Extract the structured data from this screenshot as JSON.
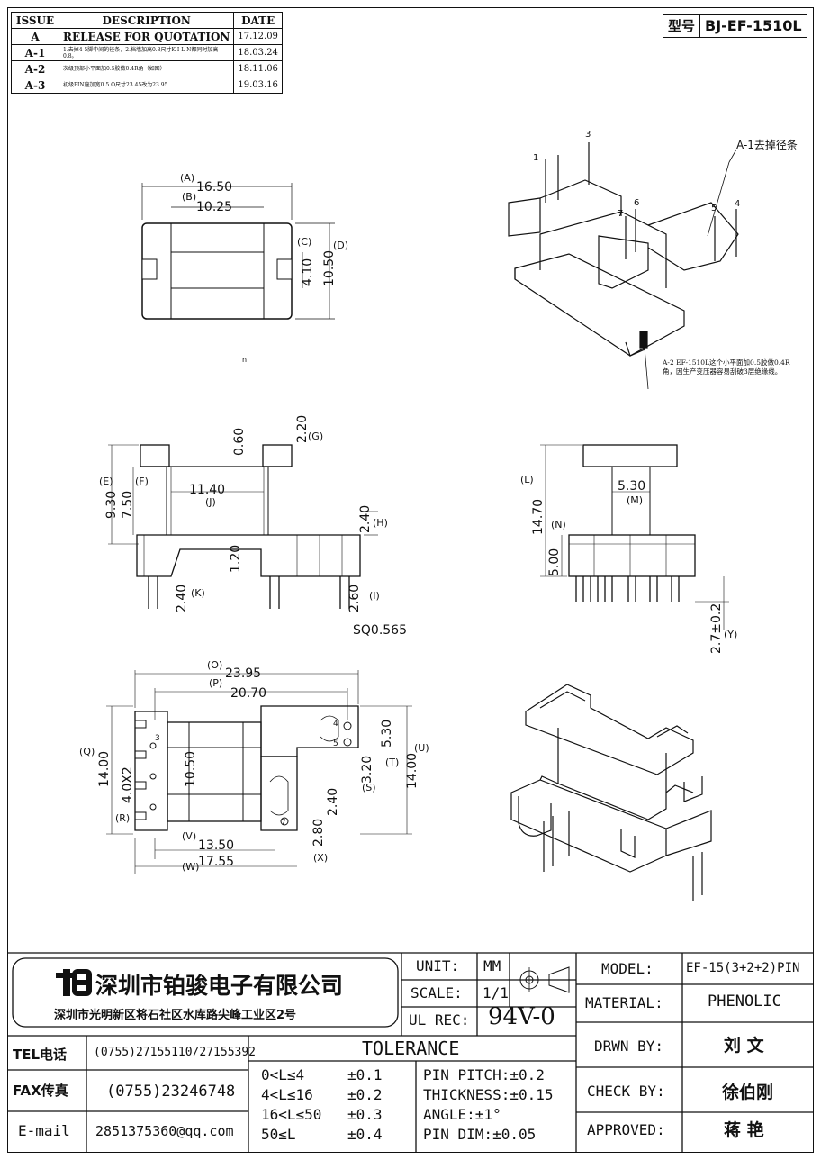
{
  "revision_table": {
    "headers": [
      "ISSUE",
      "DESCRIPTION",
      "DATE"
    ],
    "rows": [
      {
        "issue": "A",
        "description": "RELEASE FOR QUOTATION",
        "date": "17.12.09"
      },
      {
        "issue": "A-1",
        "description": "1.去掉4 5脚中间的径条，2.档墙加高0.8尺寸K I L N都同时加高0.8。",
        "date": "18.03.24"
      },
      {
        "issue": "A-2",
        "description": "次级顶部小平面加0.5胶做0.4R角（如图）",
        "date": "18.11.06"
      },
      {
        "issue": "A-3",
        "description": "初级PIN座加宽0.5 O尺寸23.45改为23.95",
        "date": "19.03.16"
      }
    ]
  },
  "model_label": {
    "prefix": "型号",
    "code": "BJ-EF-1510L"
  },
  "notes": {
    "a1": "A-1去掉径条",
    "a2": "A-2 EF-1510L这个小平面加0.5胶做0.4R角，因生产变压器容易刮破3层绝缘线。",
    "stray_mark": "n"
  },
  "pin_numbers": {
    "p1": "1",
    "p3": "3",
    "p4": "4",
    "p5": "5",
    "p6": "6",
    "p7": "7"
  },
  "bottom_pins": {
    "p3": "3",
    "p4": "4",
    "p5": "5",
    "p7": "7"
  },
  "top_view": {
    "A_label": "(A)",
    "A_value": "16.50",
    "B_label": "(B)",
    "B_value": "10.25",
    "C_label": "(C)",
    "C_value": "4.10",
    "D_label": "(D)",
    "D_value": "10.50"
  },
  "front_view": {
    "E_label": "(E)",
    "E_value": "9.30",
    "F_label": "(F)",
    "F_value": "7.50",
    "G_label": "(G)",
    "G_value": "2.20",
    "top_gap": "0.60",
    "J_label": "(J)",
    "J_value": "11.40",
    "H_label": "(H)",
    "H_value": "2.40",
    "base_gap": "1.20",
    "K_label": "(K)",
    "K_value": "2.40",
    "I_label": "(I)",
    "I_value": "2.60",
    "pin_sq": "SQ0.565"
  },
  "side_view": {
    "L_label": "(L)",
    "L_value": "14.70",
    "M_label": "(M)",
    "M_value": "5.30",
    "N_label": "(N)",
    "N_value": "5.00",
    "Y_label": "(Y)",
    "Y_value": "2.7±0.2"
  },
  "bottom_view": {
    "O_label": "(O)",
    "O_value": "23.95",
    "P_label": "(P)",
    "P_value": "20.70",
    "Q_label": "(Q)",
    "Q_value": "14.00",
    "R_label": "(R)",
    "R_value": "4.0X2",
    "center": "10.50",
    "U_label": "(U)",
    "U_value": "14.00",
    "T_label": "(T)",
    "T_value": "5.30",
    "S_label": "(S)",
    "S_value": "3.20",
    "S2_value": "2.40",
    "X_label": "(X)",
    "X_value": "2.80",
    "V_label": "(V)",
    "V_value": "13.50",
    "W_label": "(W)",
    "W_value": "17.55"
  },
  "title_block": {
    "company": "深圳市铂骏电子有限公司",
    "address": "深圳市光明新区将石社区水库路尖峰工业区2号",
    "tel_label": "TEL电话",
    "tel": "(0755)27155110/27155392",
    "fax_label": "FAX传真",
    "fax": "(0755)23246748",
    "email_label": "E-mail",
    "email": "2851375360@qq.com",
    "unit_label": "UNIT:",
    "unit": "MM",
    "scale_label": "SCALE:",
    "scale": "1/1",
    "ul_label": "UL REC:",
    "ul": "94V-0",
    "model_label": "MODEL:",
    "model": "EF-15(3+2+2)PIN",
    "material_label": "MATERIAL:",
    "material": "PHENOLIC",
    "drawn_label": "DRWN BY:",
    "drawn": "刘  文",
    "check_label": "CHECK BY:",
    "check": "徐伯刚",
    "approved_label": "APPROVED:",
    "approved": "蒋  艳",
    "tolerance_title": "TOLERANCE",
    "tol_ranges": [
      "0<L≤4",
      "4<L≤16",
      "16<L≤50",
      "50≤L"
    ],
    "tol_values": [
      "±0.1",
      "±0.2",
      "±0.3",
      "±0.4"
    ],
    "pin_pitch": "PIN PITCH:±0.2",
    "thickness": "THICKNESS:±0.15",
    "angle": "ANGLE:±1°",
    "pin_dim": "PIN DIM:±0.05"
  }
}
